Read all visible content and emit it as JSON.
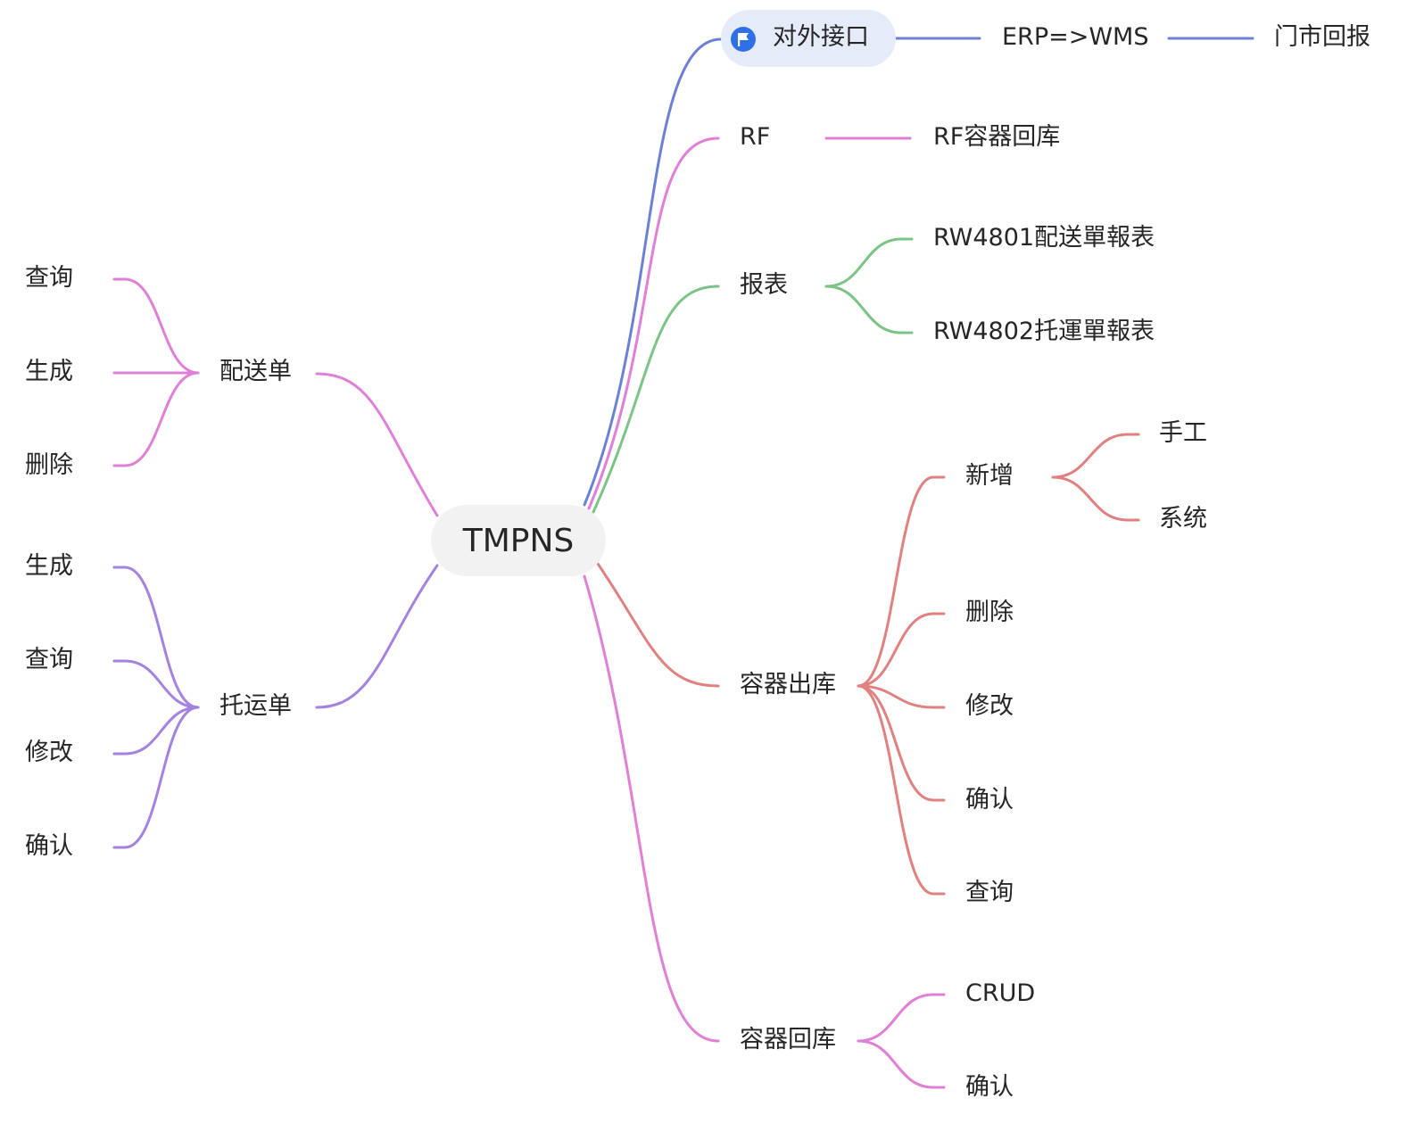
{
  "root": {
    "label": "TMPNS"
  },
  "branches": {
    "interface": {
      "label": "对外接口",
      "color": "#6b80d6",
      "icon": "flag-icon",
      "children": [
        "ERP=>WMS",
        "门市回报"
      ]
    },
    "rf": {
      "label": "RF",
      "color": "#e07fd6",
      "children": [
        "RF容器回库"
      ]
    },
    "report": {
      "label": "报表",
      "color": "#7cc486",
      "children": [
        "RW4801配送單報表",
        "RW4802托運單報表"
      ]
    },
    "container_out": {
      "label": "容器出库",
      "color": "#e0807f",
      "children": [
        {
          "label": "新增",
          "children": [
            "手工",
            "系统"
          ]
        },
        {
          "label": "删除"
        },
        {
          "label": "修改"
        },
        {
          "label": "确认"
        },
        {
          "label": "查询"
        }
      ]
    },
    "container_return": {
      "label": "容器回库",
      "color": "#e07fd6",
      "children": [
        "CRUD",
        "确认"
      ]
    },
    "delivery": {
      "label": "配送单",
      "color": "#e07fd6",
      "children": [
        "查询",
        "生成",
        "删除"
      ]
    },
    "consign": {
      "label": "托运单",
      "color": "#a382e0",
      "children": [
        "生成",
        "查询",
        "修改",
        "确认"
      ]
    }
  }
}
